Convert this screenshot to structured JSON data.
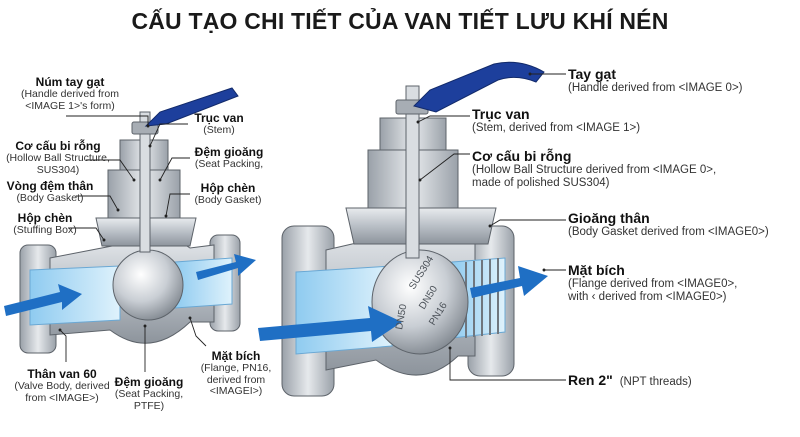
{
  "title": "CẤU TẠO CHI TIẾT CỦA VAN TIẾT LƯU KHÍ NÉN",
  "colors": {
    "handle": "#1d3f9c",
    "metal": "#c4c9cf",
    "metal_dark": "#8a9098",
    "flow": "#1f6fc4",
    "cavity": "#bfe3f7"
  },
  "body_marking": [
    "SUS304",
    "DN50",
    "PN16",
    "DN50"
  ],
  "left_labels": {
    "handle": {
      "heading": "Núm tay gạt",
      "lines": [
        "(Handle derived from",
        "<IMAGE 1>'s form)"
      ]
    },
    "stem": {
      "heading": "Trục van",
      "lines": [
        "(Stem)"
      ]
    },
    "ball": {
      "heading": "Cơ cấu bi rỗng",
      "lines": [
        "(Hollow Ball Structure,",
        "SUS304)"
      ]
    },
    "seat_top": {
      "heading": "Đệm gioăng",
      "lines": [
        "(Seat Packing,"
      ]
    },
    "gasket_ring": {
      "heading": "Vòng đệm thân",
      "lines": [
        "(Body Gasket)"
      ]
    },
    "stuffing_right": {
      "heading": "Hộp chèn",
      "lines": [
        "(Body Gasket)"
      ]
    },
    "stuffing_left": {
      "heading": "Hộp chèn",
      "lines": [
        "(Stuffing Box)"
      ]
    },
    "body": {
      "heading": "Thân van 60",
      "lines": [
        "(Valve Body, derived",
        "from <IMAGE>)"
      ]
    },
    "seat_bottom": {
      "heading": "Đệm gioăng",
      "lines": [
        "(Seat Packing,",
        "PTFE)"
      ]
    },
    "flange": {
      "heading": "Mặt bích",
      "lines": [
        "(Flange, PN16,",
        "derived from",
        "<IMAGEI>)"
      ]
    }
  },
  "right_labels": {
    "handle": {
      "heading": "Tay gạt",
      "lines": [
        "(Handle derived from <IMAGE 0>)"
      ]
    },
    "stem": {
      "heading": "Trục van",
      "lines": [
        "(Stem, derived from <IMAGE 1>)"
      ]
    },
    "ball": {
      "heading": "Cơ cấu bi rỗng",
      "lines": [
        "(Hollow Ball Structure derived from <IMAGE 0>,",
        "made of polished SUS304)"
      ]
    },
    "gasket": {
      "heading": "Gioăng thân",
      "lines": [
        "(Body Gasket derived from <IMAGE0>)"
      ]
    },
    "flange": {
      "heading": "Mặt bích",
      "lines": [
        "(Flange derived from <IMAGE0>,",
        "with ‹ derived from <IMAGE0>)"
      ]
    },
    "thread": {
      "heading": "Ren 2\"",
      "lines": [
        "(NPT threads)"
      ]
    }
  }
}
